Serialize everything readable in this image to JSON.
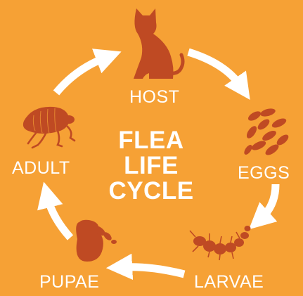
{
  "title_lines": [
    "FLEA",
    "LIFE",
    "CYCLE"
  ],
  "stages": {
    "host": "HOST",
    "eggs": "EGGS",
    "larvae": "LARVAE",
    "pupae": "PUPAE",
    "adult": "ADULT"
  },
  "colors": {
    "background": "#F6A135",
    "illustration": "#BF4A23",
    "arrows": "#FFFFFF",
    "text": "#FFFFFF"
  },
  "icons": {
    "host": "cat-icon",
    "eggs": "eggs-icon",
    "larvae": "larva-icon",
    "pupae": "pupa-icon",
    "adult": "flea-icon"
  }
}
